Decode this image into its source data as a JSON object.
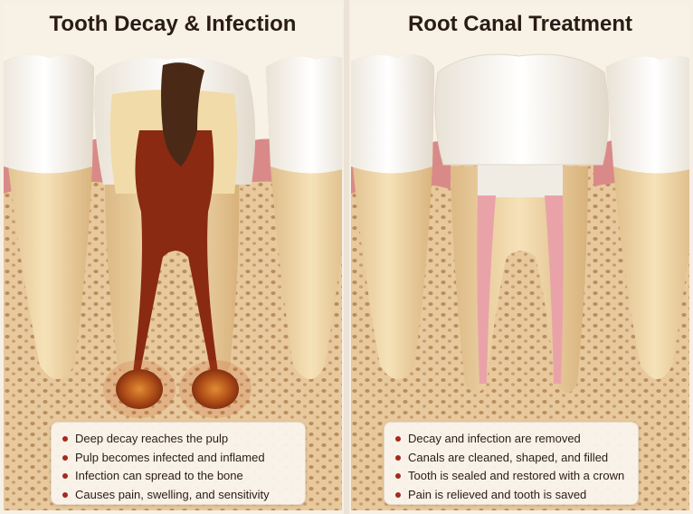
{
  "panels": [
    {
      "title": "Tooth Decay & Infection",
      "bullets": [
        "Deep decay reaches the pulp",
        "Pulp becomes infected and inflamed",
        "Infection can spread to the bone",
        "Causes pain, swelling, and sensitivity"
      ]
    },
    {
      "title": "Root Canal Treatment",
      "bullets": [
        "Decay and infection are removed",
        "Canals are cleaned, shaped, and filled",
        "Tooth is sealed and restored with a crown",
        "Pain is relieved and tooth is saved"
      ]
    }
  ],
  "colors": {
    "bullet": "#a52a1c",
    "enamel": "#f4efe6",
    "dentin": "#f1dcae",
    "gum": "#d9868a",
    "bone": "#e7c9a0",
    "infection": "#8a2a12",
    "filling": "#e9a3a8"
  }
}
